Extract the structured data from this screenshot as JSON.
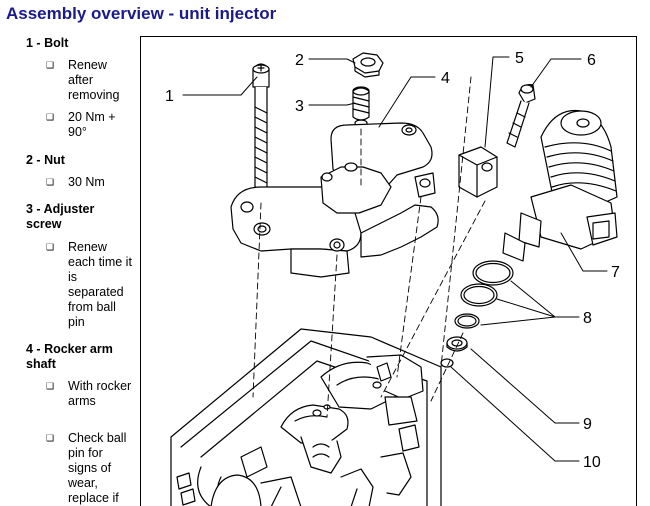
{
  "title": "Assembly overview - unit injector",
  "legend": [
    {
      "number": "1",
      "name": "Bolt",
      "notes": [
        "Renew after removing",
        "20 Nm + 90°"
      ]
    },
    {
      "number": "2",
      "name": "Nut",
      "notes": [
        "30 Nm"
      ]
    },
    {
      "number": "3",
      "name": "Adjuster screw",
      "notes": [
        "Renew each time it is separated from ball pin"
      ]
    },
    {
      "number": "4",
      "name": "Rocker arm shaft",
      "notes": [
        "With rocker arms",
        "Check ball pin for signs of wear, replace if"
      ]
    }
  ],
  "callouts": [
    "1",
    "2",
    "3",
    "4",
    "5",
    "6",
    "7",
    "8",
    "9",
    "10"
  ],
  "bullet_glyph": "❑",
  "colors": {
    "title": "#1a1a8c",
    "line": "#000000"
  }
}
